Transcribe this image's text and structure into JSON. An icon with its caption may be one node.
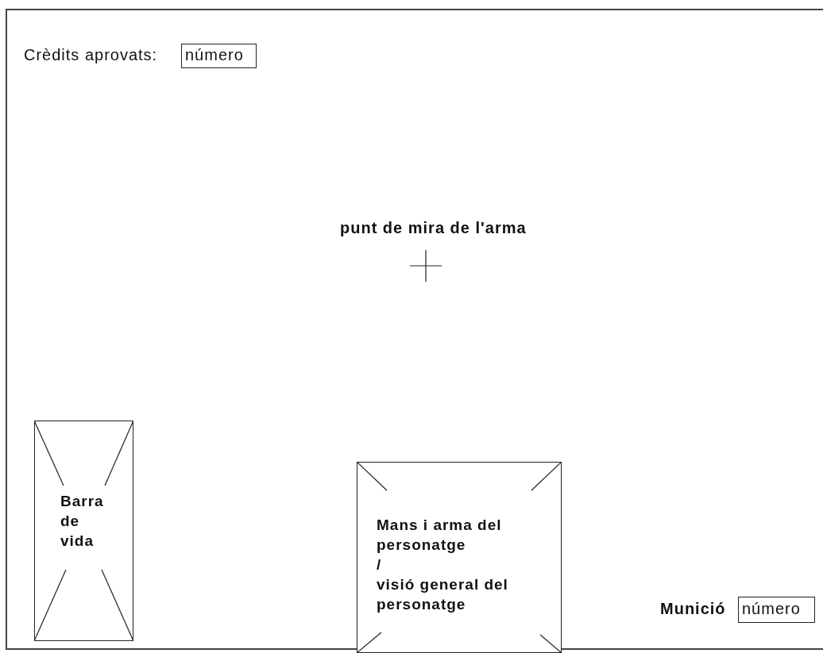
{
  "diagram": {
    "nodes": [
      {
        "text": [
          "número"
        ]
      },
      {
        "text": [
          "Barra de vida"
        ]
      },
      {
        "text": [
          "Mans i arma del personatge",
          "/",
          "visió general del personatge"
        ]
      },
      {
        "text": [
          "número"
        ]
      }
    ],
    "labels": [
      "Crèdits aprovats:",
      "punt de mira de l'arma",
      "Munició"
    ]
  }
}
